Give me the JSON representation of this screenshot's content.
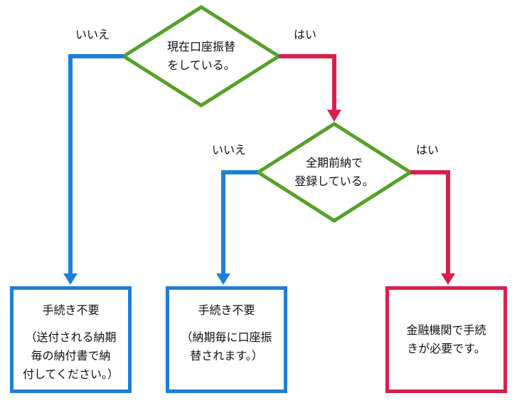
{
  "colors": {
    "green": "#55a12a",
    "blue": "#1f7fd6",
    "red": "#d8204a",
    "text": "#111111"
  },
  "decision1": {
    "lines": [
      "現在口座振替",
      "をしている。"
    ],
    "no_label": "いいえ",
    "yes_label": "はい"
  },
  "decision2": {
    "lines": [
      "全期前納で",
      "登録している。"
    ],
    "no_label": "いいえ",
    "yes_label": "はい"
  },
  "outcome1": {
    "title": "手続き不要",
    "note_lines": [
      "（送付される納期",
      "毎の納付書で納",
      "付してください。）"
    ]
  },
  "outcome2": {
    "title": "手続き不要",
    "note_lines": [
      "（納期毎に口座振",
      "替されます。）"
    ]
  },
  "outcome3": {
    "lines": [
      "金融機関で手続",
      "きが必要です。"
    ]
  }
}
